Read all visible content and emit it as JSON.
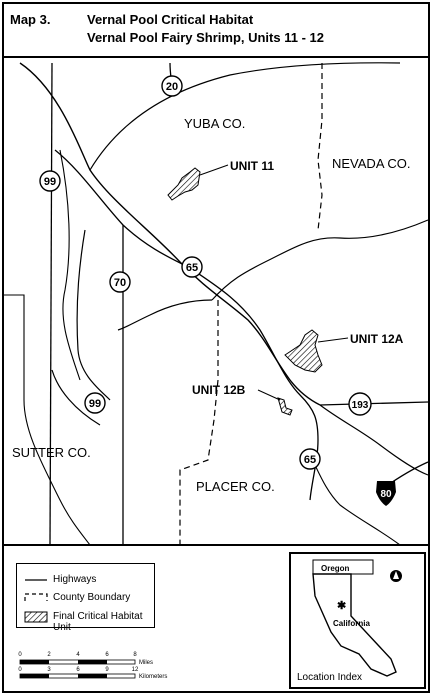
{
  "title": {
    "map_number": "Map 3.",
    "line1": "Vernal Pool Critical Habitat",
    "line2": "Vernal Pool Fairy Shrimp, Units  11 - 12"
  },
  "counties": {
    "yuba": "YUBA CO.",
    "nevada": "NEVADA CO.",
    "sutter": "SUTTER CO.",
    "placer": "PLACER CO."
  },
  "units": {
    "u11": "UNIT 11",
    "u12a": "UNIT 12A",
    "u12b": "UNIT 12B"
  },
  "highways": {
    "h20": "20",
    "h99a": "99",
    "h70": "70",
    "h65a": "65",
    "h99b": "99",
    "h193": "193",
    "h65b": "65",
    "h80": "80"
  },
  "legend": {
    "highways": "Highways",
    "county_boundary": "County Boundary",
    "critical_habitat": "Final Critical Habitat Unit"
  },
  "scale": {
    "miles_ticks": [
      "0",
      "2",
      "4",
      "6",
      "8"
    ],
    "miles_unit": "Miles",
    "km_ticks": [
      "0",
      "3",
      "6",
      "9",
      "12"
    ],
    "km_unit": "Kilometers"
  },
  "inset": {
    "oregon": "Oregon",
    "california": "California",
    "caption": "Location Index",
    "north": "N"
  },
  "colors": {
    "ink": "#000000",
    "paper": "#ffffff",
    "habitat_fill": "#d9d9d9"
  }
}
